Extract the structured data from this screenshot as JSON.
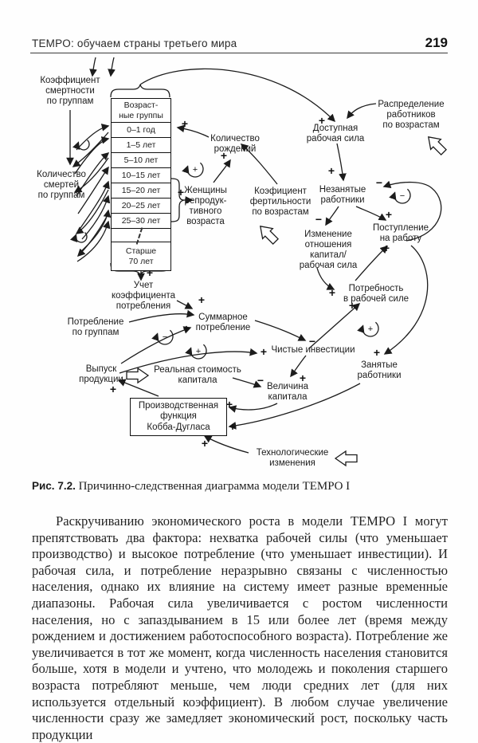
{
  "page": {
    "paper_color": "#fefefe",
    "ink_color": "#1c1c1c"
  },
  "header": {
    "title": "TEMPO: обучаем страны третьего мира",
    "page_number": "219"
  },
  "diagram": {
    "plus": "+",
    "minus": "−",
    "nodes": {
      "death_rate": "Коэффициент\nсмертности\nпо группам",
      "deaths_count": "Количество\nсмертей\nпо группам",
      "births_count": "Количество\nрождений",
      "reproductive_women": "Женщины\nрепродук-\nтивного\nвозраста",
      "fertility_rate": "Коэфициент\nфертильности\nпо возрастам",
      "available_labor": "Доступная\nрабочая сила",
      "workers_distribution": "Распределение\nработников\nпо возрастам",
      "unemployed_workers": "Незанятые\nработники",
      "employment_entry": "Поступление\nна работу",
      "capital_labor_ratio_change": "Изменение\nотношения\nкапитал/\nрабочая сила",
      "labor_demand": "Потребность\nв рабочей силе",
      "consumption_rate_accounting": "Учет\nкоэффициента\nпотребления",
      "consumption_by_groups": "Потребление\nпо группам",
      "total_consumption": "Суммарное\nпотребление",
      "net_investment": "Чистые инвестиции",
      "employed_workers": "Занятые\nработники",
      "output": "Выпуск\nпродукции",
      "real_capital_value": "Реальная стоимость\nкапитала",
      "capital_amount": "Величина\nкапитала",
      "cobb_douglas": "Производственная\nфункция\nКобба-Дугласа",
      "tech_changes": "Технологические\nизменения"
    },
    "age_box": {
      "header": "Возраст-\nные группы",
      "rows": [
        "0–1 год",
        "1–5 лет",
        "5–10 лет",
        "10–15 лет",
        "15–20 лет",
        "20–25 лет",
        "25–30 лет",
        "",
        "Старше\n70 лет"
      ]
    }
  },
  "figure_caption": {
    "label": "Рис. 7.2.",
    "text": " Причинно-следственная диаграмма модели TEMPO I"
  },
  "body": {
    "paragraph": "Раскручиванию экономического роста в модели TEMPO I могут препятствовать два фактора: нехватка рабочей силы (что уменьшает производство) и высокое потребление (что уменьшает инвестиции). И рабочая сила, и потребление неразрывно связаны с численностью населения, однако их влияние на систему имеет разные временны́е диапазоны. Рабочая сила увеличивается с ростом численности населения, но с запаздыванием в 15 или более лет (время между рождением и достижением работоспособного возраста). Потребление же увеличивается в тот же момент, когда численность населения становится больше, хотя в модели и учтено, что молодежь и поколения старшего возраста потребляют меньше, чем люди средних лет (для них используется отдельный коэффициент). В любом случае увеличение численности сразу же замедляет экономический рост, поскольку часть продукции"
  }
}
